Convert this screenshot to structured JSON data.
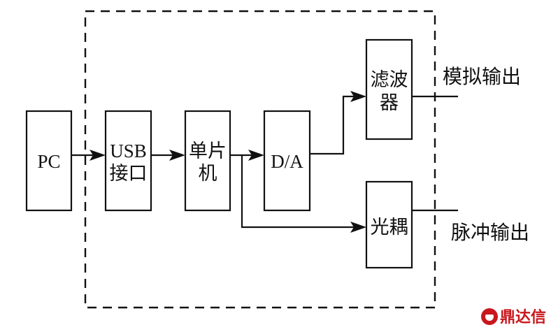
{
  "diagram": {
    "blocks": {
      "pc": {
        "lines": [
          "PC"
        ]
      },
      "usb": {
        "lines": [
          "USB",
          "接口"
        ]
      },
      "mcu": {
        "lines": [
          "单片",
          "机"
        ]
      },
      "da": {
        "lines": [
          "D/A"
        ]
      },
      "filter": {
        "lines": [
          "滤波",
          "器"
        ]
      },
      "optocoupler": {
        "lines": [
          "光耦"
        ]
      }
    },
    "outputs": {
      "analog": "模拟输出",
      "pulse": "脉冲输出"
    },
    "connections": [
      {
        "from": "PC",
        "to": "USB接口"
      },
      {
        "from": "USB接口",
        "to": "单片机"
      },
      {
        "from": "单片机",
        "to": "D/A"
      },
      {
        "from": "单片机",
        "to": "光耦"
      },
      {
        "from": "D/A",
        "to": "滤波器"
      },
      {
        "from": "滤波器",
        "to": "模拟输出"
      },
      {
        "from": "光耦",
        "to": "脉冲输出"
      }
    ],
    "enclosure": "dashed"
  },
  "watermark": {
    "text": "鼎达信",
    "color": "#c8171e"
  }
}
